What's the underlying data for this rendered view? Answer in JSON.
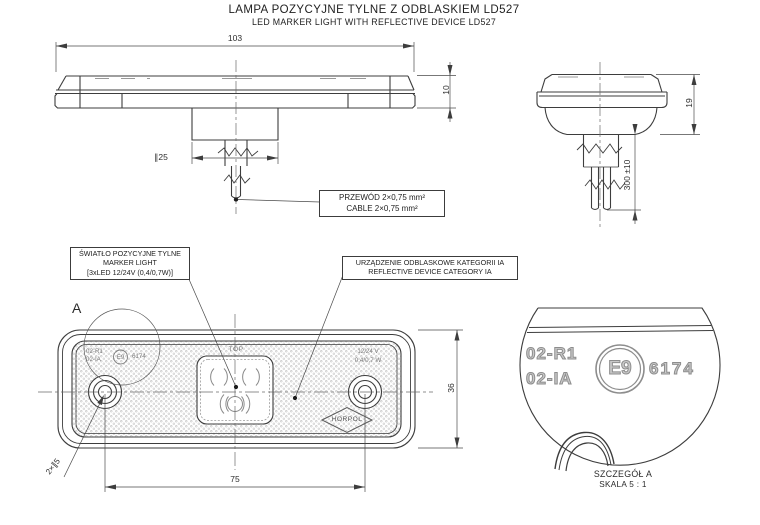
{
  "title": {
    "line1": "LAMPA POZYCYJNE TYLNE Z ODBLASKIEM LD527",
    "line2": "LED MARKER LIGHT WITH REFLECTIVE DEVICE LD527"
  },
  "side_view": {
    "dim_width": "103",
    "dim_height": "10",
    "dim_connector": "∥25",
    "cable_note": [
      "PRZEWÓD 2×0,75 mm²",
      "CABLE 2×0,75 mm²"
    ]
  },
  "end_view": {
    "dim_height": "19",
    "dim_cable_length": "300 ±10"
  },
  "front_view": {
    "detail_label": "A",
    "dim_height": "36",
    "dim_hole_spacing": "75",
    "dim_holes": "2×∥5",
    "marking_line1": "02-R1",
    "marking_line2": "02-IA",
    "marking_e": "E9",
    "marking_number": "6174",
    "marking_top": "TOP",
    "marking_voltage": "12/24 V",
    "marking_power": "0,4/0,7 W",
    "brand": "HORPOL"
  },
  "labels": {
    "marker_light": [
      "ŚWIATŁO POZYCYJNE TYLNE",
      "MARKER LIGHT",
      "[3xLED 12/24V (0,4/0,7W)]"
    ],
    "reflective": [
      "URZĄDZENIE ODBLASKOWE KATEGORII IA",
      "REFLECTIVE DEVICE CATEGORY IA"
    ]
  },
  "detail_view": {
    "marking_line1": "02-R1",
    "marking_line2": "02-IA",
    "marking_e": "E9",
    "marking_number": "6174",
    "caption": [
      "SZCZEGÓŁ A",
      "SKALA 5 : 1"
    ]
  }
}
